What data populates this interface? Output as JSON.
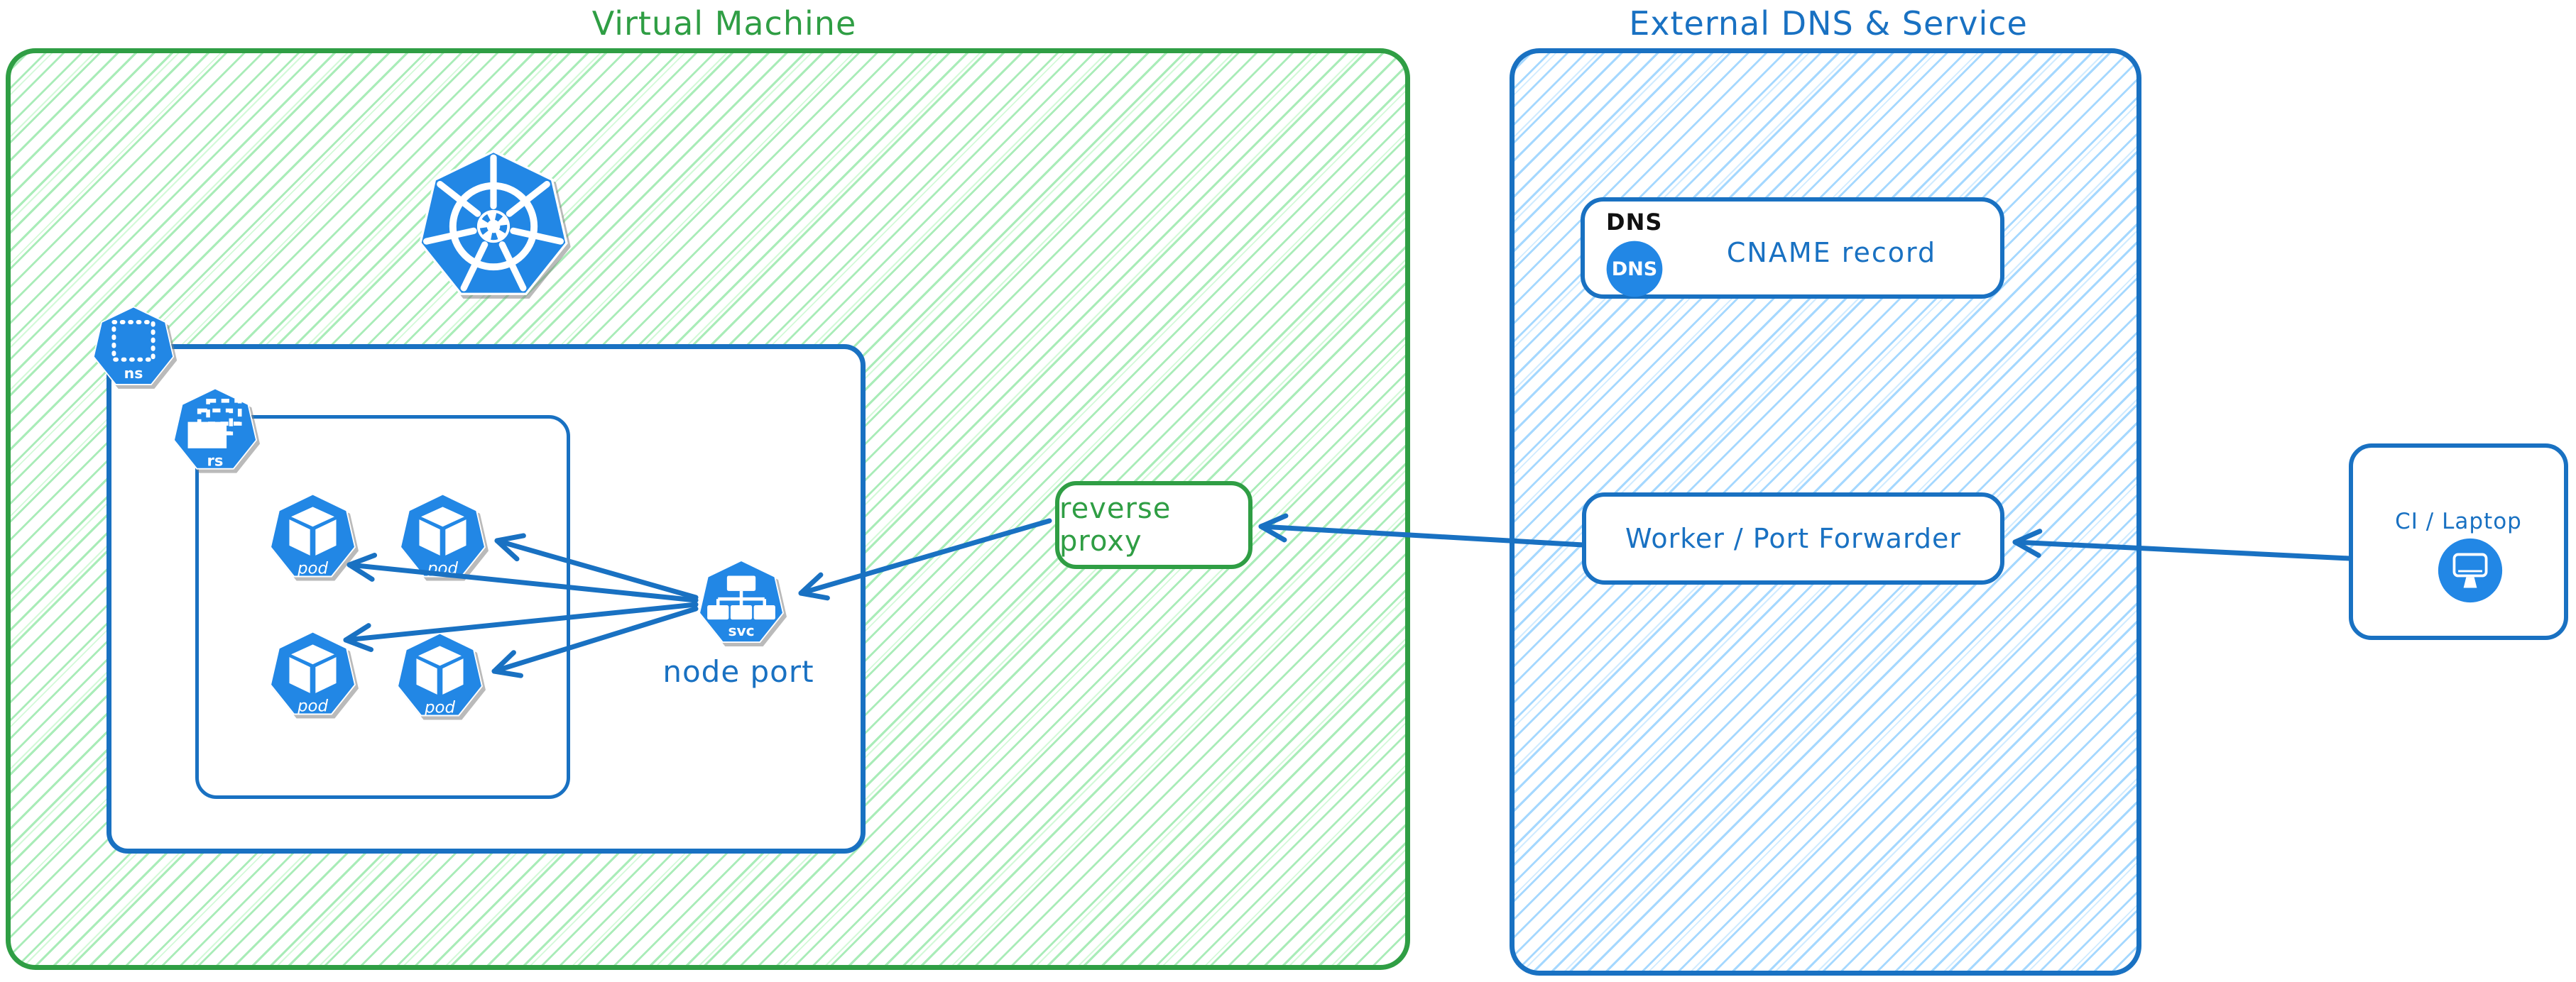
{
  "colors": {
    "green_stroke": "#2f9e44",
    "green_hatch": "#a9ecb8",
    "blue_stroke": "#1971c2",
    "blue_hatch": "#a5d8ff",
    "icon_blue": "#2287e5",
    "icon_text": "#ffffff",
    "dns_tag_black": "#111111",
    "background": "#ffffff"
  },
  "vm": {
    "title": "Virtual Machine"
  },
  "k8s": {
    "logo_icon": "kubernetes-helm-wheel",
    "namespace": {
      "label": "ns",
      "icon": "dotted-square"
    },
    "replicaset": {
      "label": "rs",
      "icon": "stacked-rectangles"
    },
    "pods": {
      "label": "pod",
      "icon": "cube",
      "count": 4
    },
    "service": {
      "label": "svc",
      "icon": "tree-topology",
      "caption": "node port"
    }
  },
  "reverse_proxy": {
    "label": "reverse proxy"
  },
  "external": {
    "title": "External DNS & Service",
    "dns": {
      "tag": "DNS",
      "icon_text": "DNS",
      "record": "CNAME record"
    },
    "worker": {
      "label": "Worker / Port Forwarder"
    }
  },
  "client": {
    "label": "CI / Laptop",
    "icon": "monitor"
  }
}
